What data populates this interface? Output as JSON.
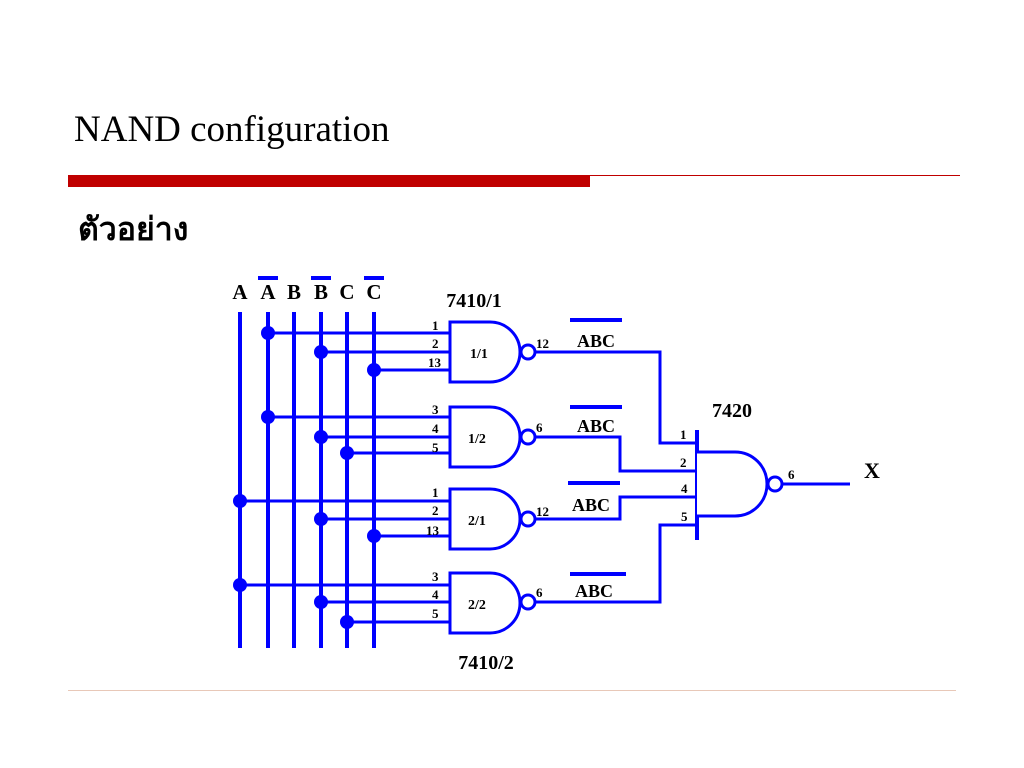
{
  "slide": {
    "title": "NAND configuration",
    "subtitle": "ตัวอย่าง"
  },
  "colors": {
    "accent_bar": "#c00000",
    "thin_line": "#c00000",
    "footer_line": "#e8c8b8",
    "wire": "#0000ff",
    "gate_outline": "#0000ff",
    "text": "#000000"
  },
  "diagram": {
    "inputs": [
      "A",
      "A",
      "B",
      "B",
      "C",
      "C"
    ],
    "chip_top_label": "7410/1",
    "chip_bottom_label": "7410/2",
    "final_chip_label": "7420",
    "output_label": "X",
    "gates": [
      {
        "name": "1/1",
        "pins": [
          "1",
          "2",
          "13"
        ],
        "out_pin": "12",
        "term": "ABC"
      },
      {
        "name": "1/2",
        "pins": [
          "3",
          "4",
          "5"
        ],
        "out_pin": "6",
        "term": "ABC"
      },
      {
        "name": "2/1",
        "pins": [
          "1",
          "2",
          "13"
        ],
        "out_pin": "12",
        "term": "ABC"
      },
      {
        "name": "2/2",
        "pins": [
          "3",
          "4",
          "5"
        ],
        "out_pin": "6",
        "term": "ABC"
      }
    ],
    "final_gate": {
      "pins": [
        "1",
        "2",
        "4",
        "5"
      ],
      "out_pin": "6"
    }
  }
}
